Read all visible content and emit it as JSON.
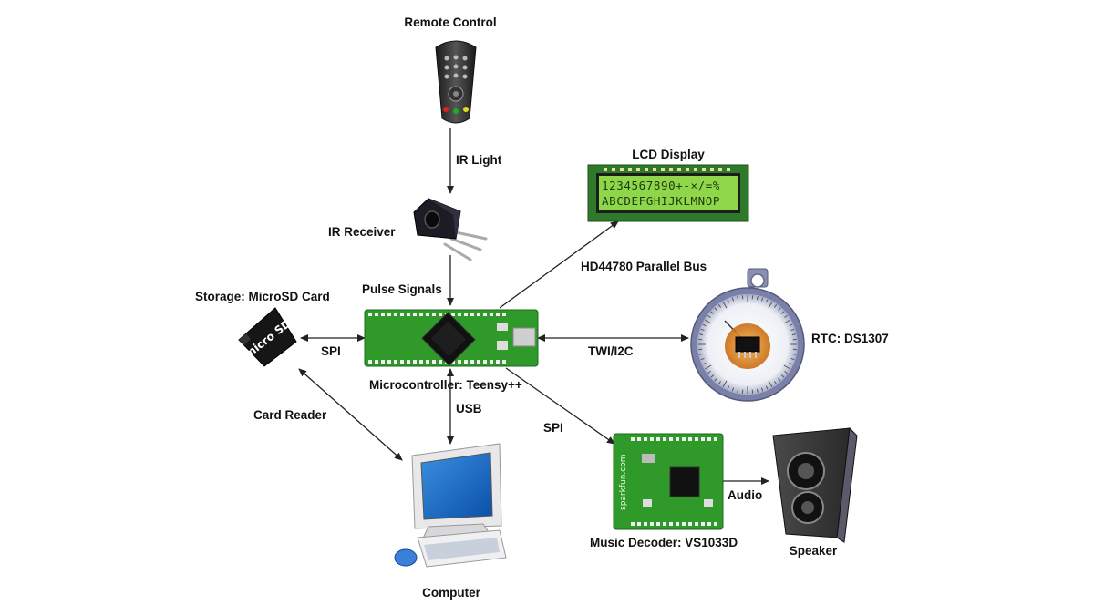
{
  "labels": {
    "remote_control": "Remote Control",
    "ir_light": "IR Light",
    "ir_receiver": "IR Receiver",
    "pulse_signals": "Pulse Signals",
    "storage": "Storage: MicroSD Card",
    "spi_left": "SPI",
    "microcontroller": "Microcontroller: Teensy++",
    "card_reader": "Card Reader",
    "usb": "USB",
    "computer": "Computer",
    "lcd_display": "LCD Display",
    "hd44780": "HD44780 Parallel Bus",
    "twi": "TWI/I2C",
    "rtc": "RTC: DS1307",
    "spi_right": "SPI",
    "music_decoder": "Music Decoder: VS1033D",
    "audio": "Audio",
    "speaker": "Speaker"
  },
  "lcd": {
    "line1": "1234567890+-×/=%",
    "line2": "ABCDEFGHIJKLMNOP"
  },
  "microsd_text": "micro SD",
  "decoder_brand": "sparkfun.com",
  "colors": {
    "pcb_green": "#2f9a2a",
    "lcd_green": "#8fd64a",
    "arrow": "#222222",
    "rtc_chip": "#e08a2a"
  }
}
